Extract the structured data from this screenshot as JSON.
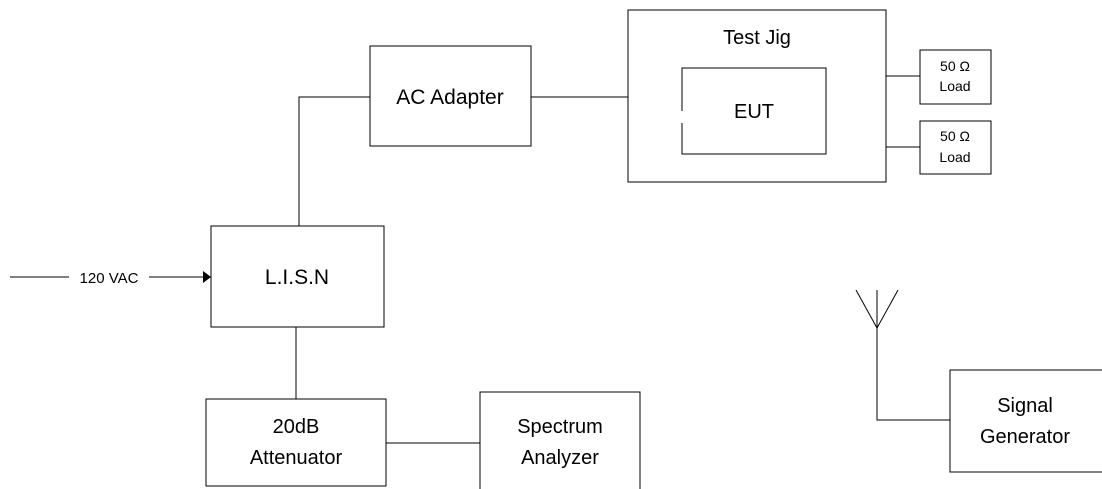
{
  "blocks": {
    "test_jig": {
      "label": "Test Jig"
    },
    "eut": {
      "label": "EUT"
    },
    "load_1": {
      "line1": "50 Ω",
      "line2": "Load"
    },
    "load_2": {
      "line1": "50 Ω",
      "line2": "Load"
    },
    "ac_adapter": {
      "label": "AC Adapter"
    },
    "lisn": {
      "label": "L.I.S.N"
    },
    "attenuator": {
      "line1": "20dB",
      "line2": "Attenuator"
    },
    "spectrum_analyzer": {
      "line1": "Spectrum",
      "line2": "Analyzer"
    },
    "signal_generator": {
      "line1": "Signal",
      "line2": "Generator"
    }
  },
  "input": {
    "label": "120 VAC"
  },
  "colors": {
    "line": "#000000",
    "background": "#ffffff"
  }
}
